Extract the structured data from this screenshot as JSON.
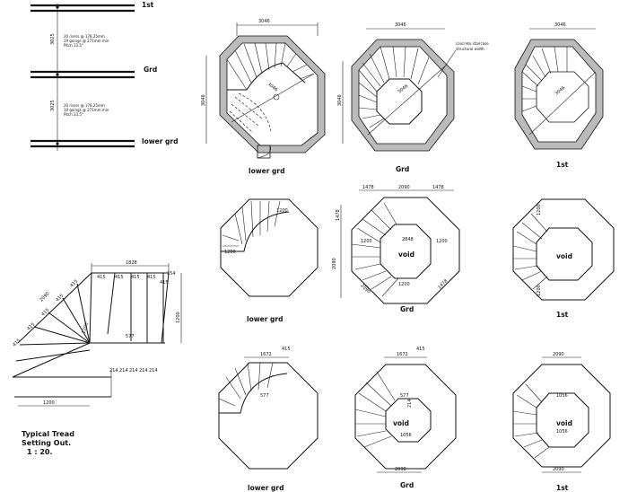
{
  "section": {
    "levels": [
      "1st",
      "Grd",
      "lower grd"
    ],
    "dim_upper": "3025",
    "dim_lower": "3025",
    "note_upper": [
      "20 risers @ 178.25mm",
      "19 goings @ 271mm min",
      "Pitch 33.5°"
    ],
    "note_lower": [
      "20 risers @ 178.25mm",
      "19 goings @ 271mm min",
      "Pitch 33.5°"
    ]
  },
  "plans_top": [
    {
      "label": "lower grd",
      "width": "3046",
      "height": "3046",
      "diag": "3046"
    },
    {
      "label": "Grd",
      "width": "3046",
      "height": "3046",
      "diag": "3046",
      "callout": [
        "concrete staircase",
        "structural width"
      ]
    },
    {
      "label": "1st",
      "width": "3046",
      "diag": "3046"
    }
  ],
  "plans_mid": [
    {
      "label": "lower grd",
      "dim_a": "1200",
      "dim_b": "1200"
    },
    {
      "label": "Grd",
      "top_dims": [
        "1478",
        "2090",
        "1478"
      ],
      "left_dim": "1478",
      "dims": [
        "2090",
        "1200",
        "2848",
        "1200",
        "1478",
        "2090",
        "1478",
        "1200"
      ],
      "void": "void"
    },
    {
      "label": "1st",
      "dim_a": "1200",
      "dim_b": "1200",
      "void": "void"
    }
  ],
  "plans_bot": [
    {
      "label": "lower grd",
      "top": "1672",
      "top_r": "415",
      "inner": "577"
    },
    {
      "label": "Grd",
      "top": "1672",
      "top_r": "415",
      "inner": "577",
      "inner_b": "214",
      "void_dim": "1056",
      "void": "void",
      "bottom": "2090"
    },
    {
      "label": "1st",
      "top": "2090",
      "void_dim": "1056",
      "void": "void",
      "void_dim_b": "1056",
      "bottom": "2090"
    }
  ],
  "tread": {
    "title": [
      "Typical Tread",
      "Setting Out.",
      "1 : 20."
    ],
    "top_total": "1828",
    "top_right": "154",
    "segments": [
      "415",
      "415",
      "415",
      "415",
      "415"
    ],
    "diag_total": "2090",
    "diag_segments": [
      "415",
      "415",
      "415",
      "415",
      "415"
    ],
    "inner": "577",
    "small": [
      "214",
      "214",
      "214",
      "214",
      "214"
    ],
    "width": "1200",
    "right_dim": "1200",
    "bottom": "1200"
  }
}
